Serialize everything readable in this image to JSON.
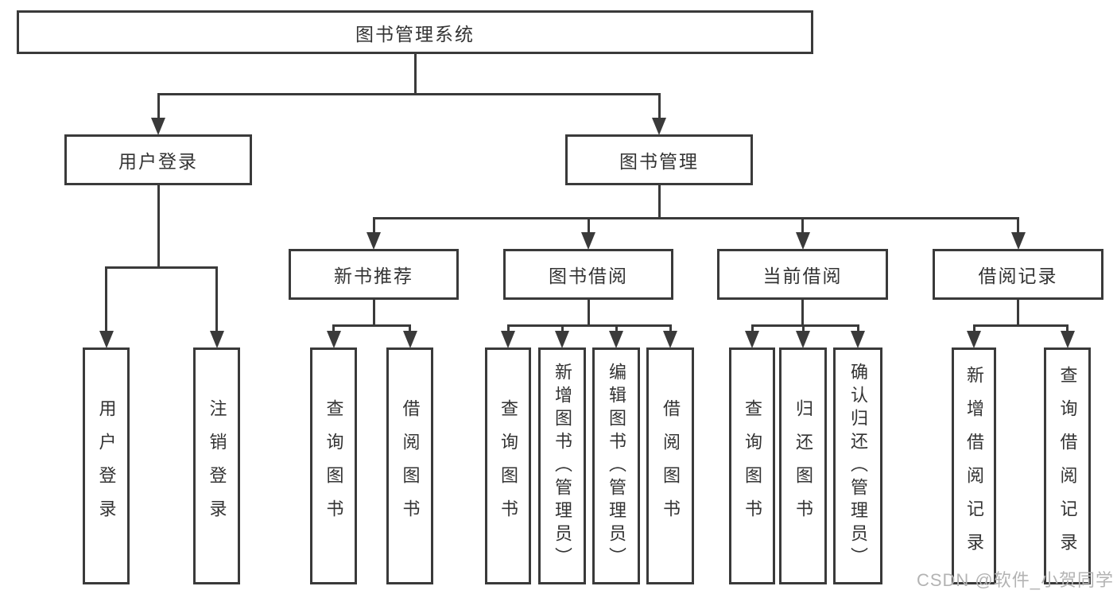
{
  "diagram": {
    "title": "图书管理系统",
    "type": "hierarchy-tree",
    "colors": {
      "line": "#3a3a3a",
      "box_border": "#3a3a3a",
      "box_fill": "#ffffff",
      "text": "#333333",
      "watermark": "#b3b3b3",
      "background": "#ffffff"
    },
    "nodes": [
      {
        "id": "root",
        "label": "图书管理系统",
        "parent": null,
        "vertical": false
      },
      {
        "id": "login",
        "label": "用户登录",
        "parent": "root",
        "vertical": false
      },
      {
        "id": "mgmt",
        "label": "图书管理",
        "parent": "root",
        "vertical": false
      },
      {
        "id": "newbook",
        "label": "新书推荐",
        "parent": "mgmt",
        "vertical": false
      },
      {
        "id": "borrow",
        "label": "图书借阅",
        "parent": "mgmt",
        "vertical": false
      },
      {
        "id": "current",
        "label": "当前借阅",
        "parent": "mgmt",
        "vertical": false
      },
      {
        "id": "record",
        "label": "借阅记录",
        "parent": "mgmt",
        "vertical": false
      },
      {
        "id": "user-login",
        "label": "用户登录",
        "parent": "login",
        "vertical": true
      },
      {
        "id": "logout",
        "label": "注销登录",
        "parent": "login",
        "vertical": true
      },
      {
        "id": "nb-query",
        "label": "查询图书",
        "parent": "newbook",
        "vertical": true
      },
      {
        "id": "nb-borrow",
        "label": "借阅图书",
        "parent": "newbook",
        "vertical": true
      },
      {
        "id": "bw-query",
        "label": "查询图书",
        "parent": "borrow",
        "vertical": true
      },
      {
        "id": "bw-add",
        "label": "新增图书（管理员）",
        "parent": "borrow",
        "vertical": true
      },
      {
        "id": "bw-edit",
        "label": "编辑图书（管理员）",
        "parent": "borrow",
        "vertical": true
      },
      {
        "id": "bw-borrow",
        "label": "借阅图书",
        "parent": "borrow",
        "vertical": true
      },
      {
        "id": "cur-query",
        "label": "查询图书",
        "parent": "current",
        "vertical": true
      },
      {
        "id": "cur-return",
        "label": "归还图书",
        "parent": "current",
        "vertical": true
      },
      {
        "id": "cur-confirm",
        "label": "确认归还（管理员）",
        "parent": "current",
        "vertical": true
      },
      {
        "id": "rec-add",
        "label": "新增借阅记录",
        "parent": "record",
        "vertical": true
      },
      {
        "id": "rec-query",
        "label": "查询借阅记录",
        "parent": "record",
        "vertical": true
      }
    ],
    "watermark": "CSDN @软件_小贺同学"
  }
}
